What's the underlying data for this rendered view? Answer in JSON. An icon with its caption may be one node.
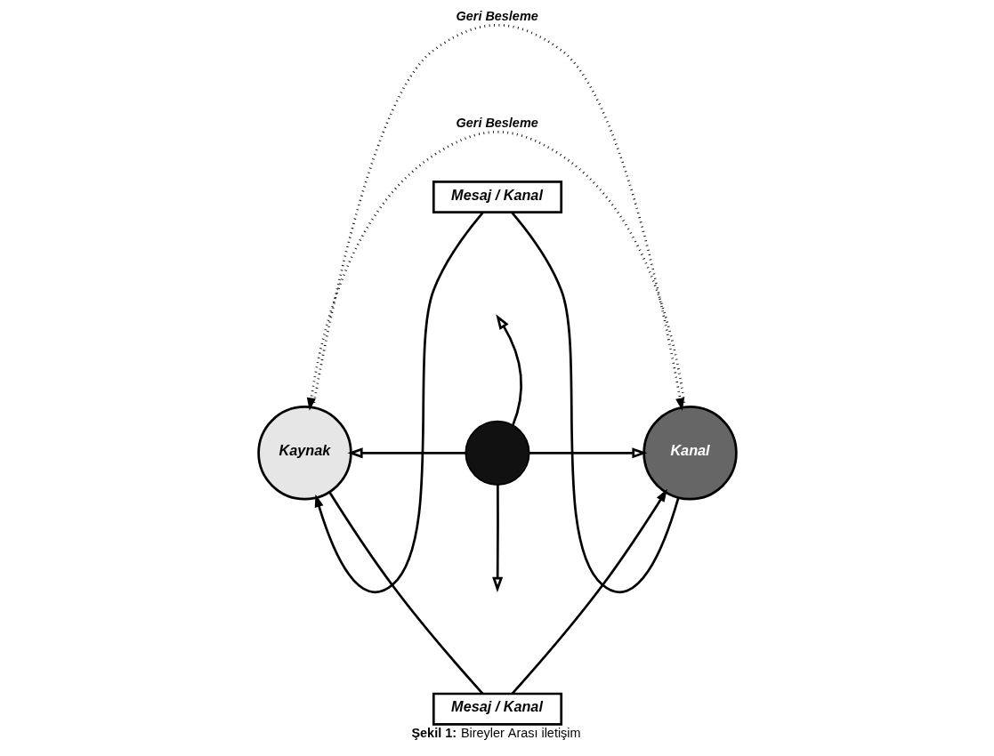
{
  "diagram": {
    "caption": "**Şekil 1:** Bireyler Arası iletişim",
    "nodes": [
      {
        "text": [
          "Kaynak"
        ]
      },
      {
        "text": [
          "Kanal"
        ]
      },
      {
        "text": [],
        "shape": "circle"
      },
      {
        "text": [
          "Mesaj / Kanal"
        ]
      },
      {
        "text": [
          "Mesaj / Kanal"
        ]
      }
    ],
    "edges": [
      {
        "from": 3,
        "to": 0,
        "arrow": "to"
      },
      {
        "from": 1,
        "to": 3,
        "arrow": "none"
      },
      {
        "from": 0,
        "to": 4,
        "arrow": "none"
      },
      {
        "from": 4,
        "to": 1,
        "arrow": "to"
      },
      {
        "from": 0,
        "to": 1,
        "arrow": "to",
        "style": "dashed",
        "label": "Geri Besleme"
      },
      {
        "from": 1,
        "to": 0,
        "arrow": "to",
        "style": "dashed",
        "label": "Geri Besleme"
      },
      {
        "from": 2,
        "to": 0,
        "arrow": "to"
      },
      {
        "from": 2,
        "to": 1,
        "arrow": "to"
      },
      {
        "from": 2,
        "to": null,
        "arrow": "to"
      },
      {
        "from": 2,
        "to": null,
        "arrow": "to"
      }
    ]
  }
}
